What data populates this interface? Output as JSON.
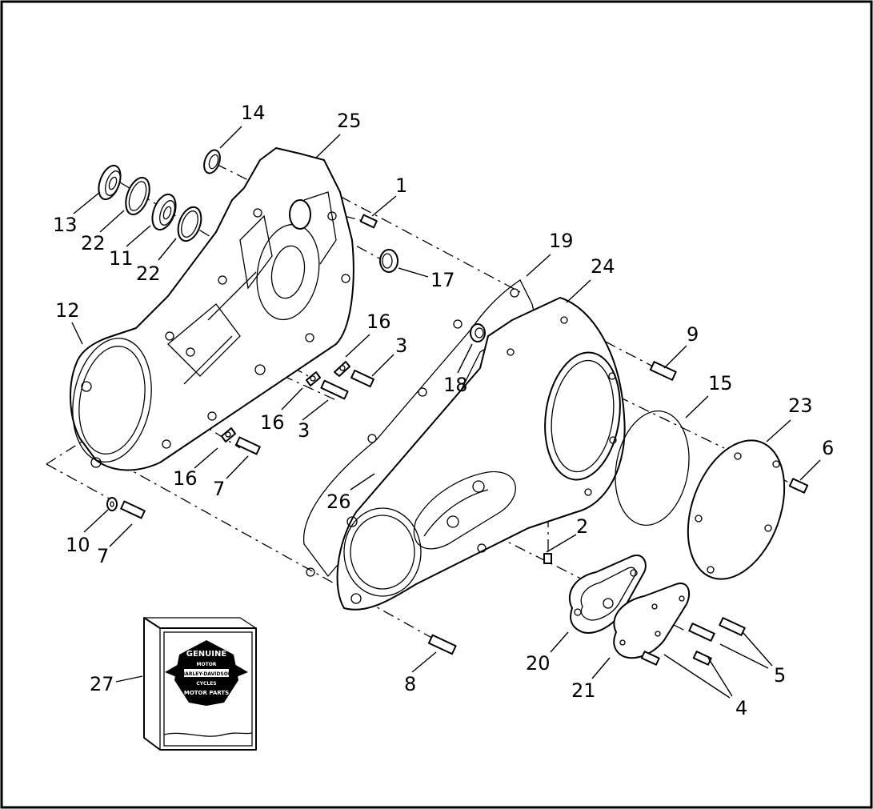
{
  "callouts": [
    {
      "id": "c1",
      "label": "1"
    },
    {
      "id": "c2",
      "label": "2"
    },
    {
      "id": "c3a",
      "label": "3"
    },
    {
      "id": "c3b",
      "label": "3"
    },
    {
      "id": "c4",
      "label": "4"
    },
    {
      "id": "c5",
      "label": "5"
    },
    {
      "id": "c6",
      "label": "6"
    },
    {
      "id": "c7a",
      "label": "7"
    },
    {
      "id": "c7b",
      "label": "7"
    },
    {
      "id": "c8",
      "label": "8"
    },
    {
      "id": "c9",
      "label": "9"
    },
    {
      "id": "c10",
      "label": "10"
    },
    {
      "id": "c11",
      "label": "11"
    },
    {
      "id": "c12",
      "label": "12"
    },
    {
      "id": "c13",
      "label": "13"
    },
    {
      "id": "c14",
      "label": "14"
    },
    {
      "id": "c15",
      "label": "15"
    },
    {
      "id": "c16a",
      "label": "16"
    },
    {
      "id": "c16b",
      "label": "16"
    },
    {
      "id": "c16c",
      "label": "16"
    },
    {
      "id": "c17",
      "label": "17"
    },
    {
      "id": "c18",
      "label": "18"
    },
    {
      "id": "c19",
      "label": "19"
    },
    {
      "id": "c20",
      "label": "20"
    },
    {
      "id": "c21",
      "label": "21"
    },
    {
      "id": "c22a",
      "label": "22"
    },
    {
      "id": "c22b",
      "label": "22"
    },
    {
      "id": "c23",
      "label": "23"
    },
    {
      "id": "c24",
      "label": "24"
    },
    {
      "id": "c25",
      "label": "25"
    },
    {
      "id": "c26",
      "label": "26"
    },
    {
      "id": "c27",
      "label": "27"
    }
  ],
  "logo": {
    "top": "GENUINE",
    "ring": "MOTOR",
    "brand1": "HARLEY-DAVIDSON",
    "cycles": "CYCLES",
    "bottom": "MOTOR PARTS"
  },
  "colors": {
    "line": "#000000",
    "background": "#ffffff"
  }
}
